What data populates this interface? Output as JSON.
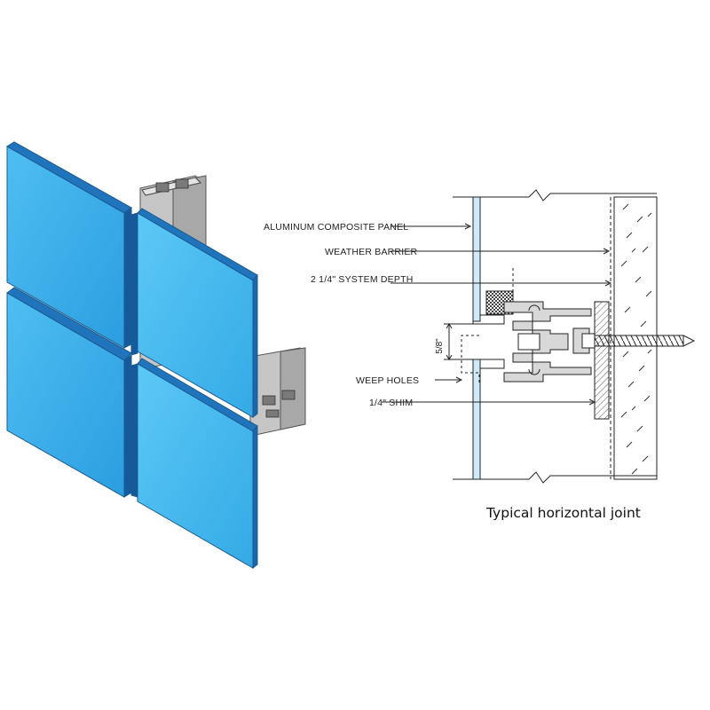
{
  "labels": {
    "aluminum_composite_panel": "ALUMINUM COMPOSITE PANEL",
    "weather_barrier": "WEATHER BARRIER",
    "system_depth": "2 1/4\" SYSTEM DEPTH",
    "weep_holes": "WEEP HOLES",
    "shim": "1/4\" SHIM",
    "dimension": "5/8\""
  },
  "caption": "Typical horizontal joint",
  "colors": {
    "panel_face": "#2aa6e6",
    "panel_face_light": "#5cc6f4",
    "panel_edge": "#1f6fb8",
    "panel_dark": "#1a5fa6",
    "extrusion": "#c9c9c9",
    "line": "#222222"
  }
}
